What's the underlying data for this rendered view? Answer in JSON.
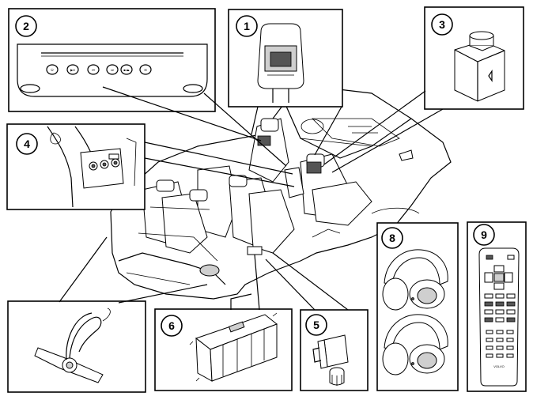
{
  "diagram": {
    "callouts": [
      {
        "id": "c1",
        "label": "1",
        "part": "headrest-screen"
      },
      {
        "id": "c2",
        "label": "2",
        "part": "dvd-player"
      },
      {
        "id": "c3",
        "label": "3",
        "part": "bottle"
      },
      {
        "id": "c4",
        "label": "4",
        "part": "aux-connectors"
      },
      {
        "id": "c5",
        "label": "5",
        "part": "power-unit"
      },
      {
        "id": "c6",
        "label": "6",
        "part": "control-module"
      },
      {
        "id": "c7",
        "label": "",
        "part": "antenna"
      },
      {
        "id": "c8",
        "label": "8",
        "part": "wireless-headphones"
      },
      {
        "id": "c9",
        "label": "9",
        "part": "remote-control"
      }
    ],
    "remote_brand": "VOLVO"
  }
}
